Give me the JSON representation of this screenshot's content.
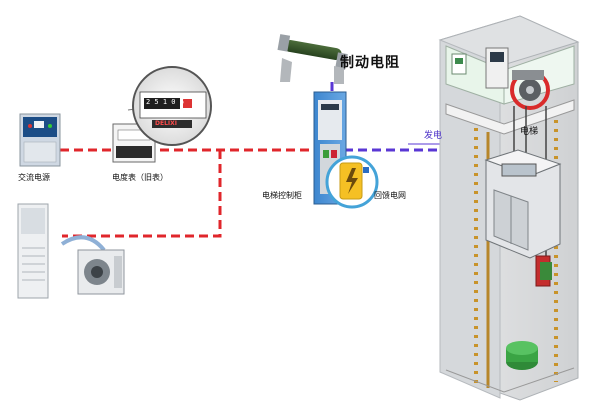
{
  "labels": {
    "ac_power": "交流电源",
    "meter": "电度表（旧表）",
    "brake_resistor": "制动电阻",
    "controller": "电梯控制柜",
    "inverter": "回馈电网",
    "generate": "发电",
    "elevator": "电梯"
  },
  "meter_display": "2 5 1 0 6",
  "meter_brand": "DELIXI",
  "colors": {
    "grid_line": "#e0262b",
    "feedback_line": "#5a37d4",
    "cabinet": "#4b93d6"
  }
}
